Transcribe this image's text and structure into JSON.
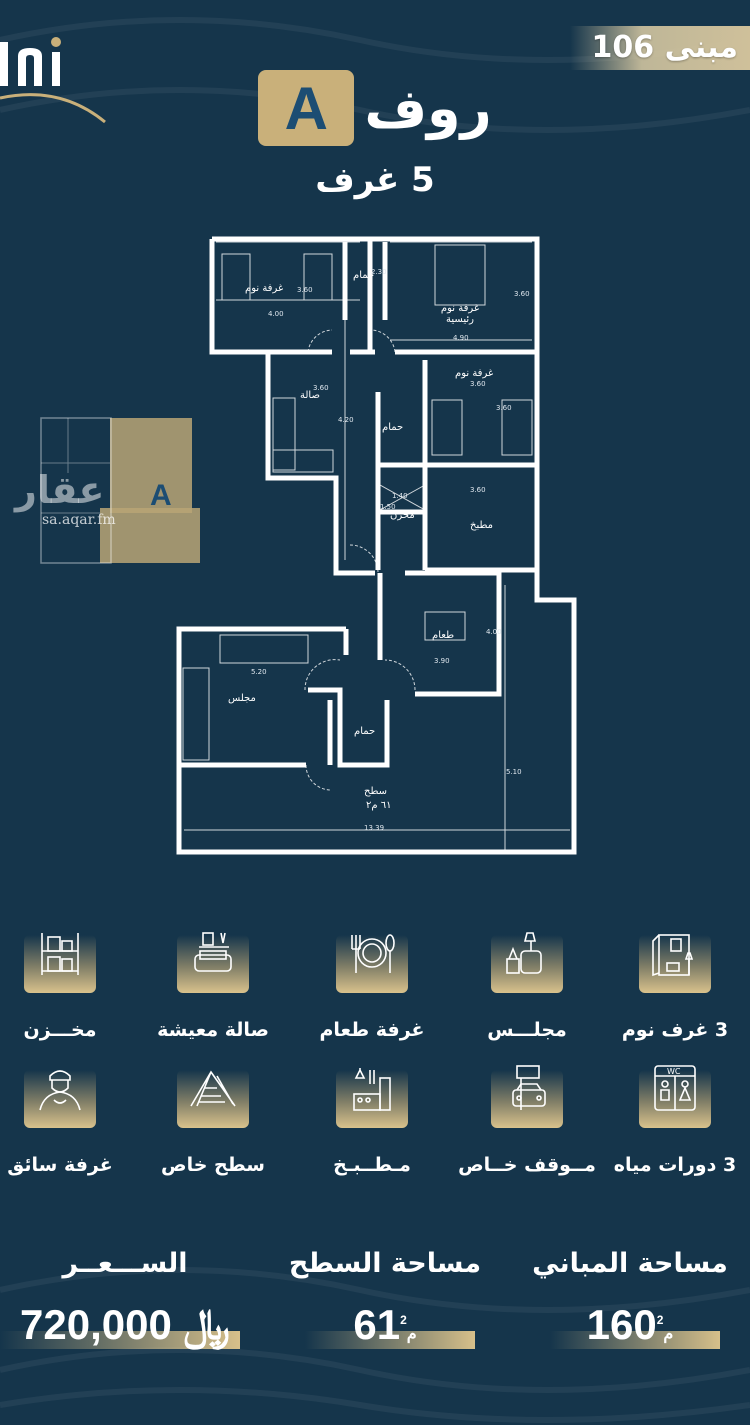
{
  "header": {
    "logo_text": "lni",
    "building_label": "مبنى 106",
    "unit_word": "روف",
    "unit_letter": "A",
    "rooms": "5 غرف"
  },
  "floor_plan": {
    "rooms": {
      "bedroom_1": "غرفة نوم",
      "bath_1": "حمام",
      "master_bedroom": "غرفة نوم رئيسية",
      "hall": "صالة",
      "bedroom_2": "غرفة نوم",
      "bath_2": "حمام",
      "storage": "مخزن",
      "kitchen": "مطبخ",
      "dining": "طعام",
      "majlis": "مجلس",
      "bath_3": "حمام",
      "roof": "سطح",
      "roof_area": "٦١ م٢"
    },
    "dimensions": {
      "d1": "4.00",
      "d2": "3.60",
      "d3": "2.30",
      "d4": "4.90",
      "d5": "3.60",
      "d6": "3.60",
      "d7": "3.60",
      "d8": "4.20",
      "d9": "1.40",
      "d10": "3.60",
      "d11": "3.60",
      "d12": "1.50",
      "d13": "5.20",
      "d14": "3.90",
      "d15": "4.00",
      "d16": "5.10",
      "d17": "13.39"
    }
  },
  "watermark": {
    "brand": "عقار",
    "url": "sa.aqar.fm",
    "thumb_letter": "A"
  },
  "features": [
    {
      "label": "3 غرف نوم",
      "icon": "bedroom-icon"
    },
    {
      "label": "مجلـــس",
      "icon": "majlis-icon"
    },
    {
      "label": "غرفة طعام",
      "icon": "dining-icon"
    },
    {
      "label": "صالة معيشة",
      "icon": "living-room-icon"
    },
    {
      "label": "مخـــزن",
      "icon": "storage-icon"
    },
    {
      "label": "3 دورات مياه",
      "icon": "wc-icon"
    },
    {
      "label": "مــوقف خــاص",
      "icon": "parking-icon"
    },
    {
      "label": "مـطــبـخ",
      "icon": "kitchen-icon"
    },
    {
      "label": "سطح خاص",
      "icon": "roof-icon"
    },
    {
      "label": "غرفة سائق",
      "icon": "driver-icon"
    }
  ],
  "stats": {
    "building_area_label": "مساحة المباني",
    "building_area_value": "160",
    "roof_area_label": "مساحة السطح",
    "roof_area_value": "61",
    "area_unit": "م",
    "area_exp": "2",
    "price_label": "الســـعــر",
    "price_value": "720,000",
    "currency": "﷼"
  },
  "colors": {
    "background": "#15354b",
    "gold": "#c9b07a",
    "letter": "#1c4d73"
  }
}
